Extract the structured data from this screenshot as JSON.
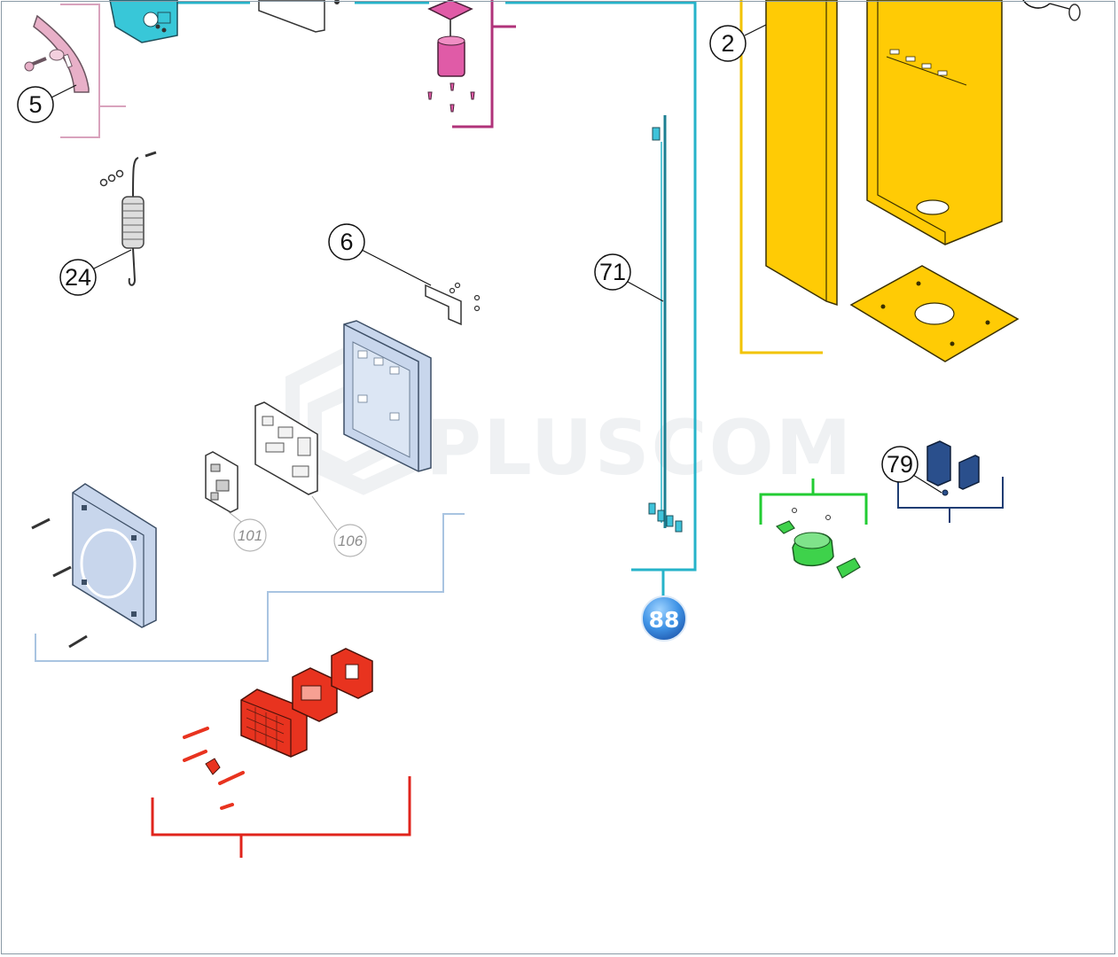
{
  "watermark": {
    "text": "PLUSCOM"
  },
  "callouts": {
    "c2": "2",
    "c5": "5",
    "c6": "6",
    "c24": "24",
    "c71": "71",
    "c79": "79"
  },
  "refs": {
    "r101": "101",
    "r106": "106"
  },
  "badge": {
    "label": "88"
  },
  "colors": {
    "pink": "#d9a3bd",
    "cyan": "#26b3c9",
    "magenta": "#b0337a",
    "yellow": "#f2c300",
    "lightblue": "#a9c4e1",
    "green": "#22cc33",
    "navy": "#1f3d73",
    "red": "#e0241c",
    "part_yellow": "#ffcb05",
    "part_blue": "#c8d6ec",
    "part_red": "#e8331f",
    "part_green": "#3ed24b",
    "part_navy": "#2a4f8c"
  }
}
